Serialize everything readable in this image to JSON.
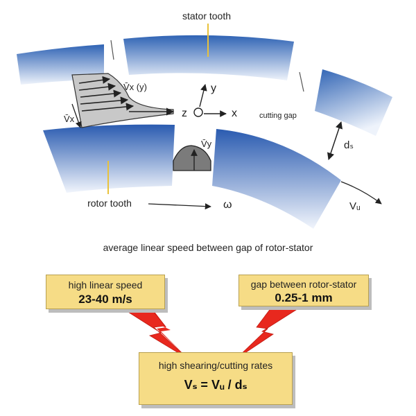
{
  "diagram": {
    "labels": {
      "stator_tooth": "stator tooth",
      "rotor_tooth": "rotor tooth",
      "cutting_gap": "cutting gap",
      "velocity_profile": "V̄x (y)",
      "vx": "V̄x",
      "vy": "V̄y",
      "axis_y": "y",
      "axis_x": "x",
      "axis_z": "z",
      "omega": "ω",
      "gap_width": "dₛ",
      "tip_speed": "Vᵤ"
    },
    "colors": {
      "blade_dark": "#2f63b4",
      "blade_light": "#eef3fb",
      "box_fill": "#f6dc86",
      "bolt": "#e8281e"
    }
  },
  "caption": "average linear speed between gap of rotor-stator",
  "boxes": {
    "speed": {
      "title": "high linear speed",
      "value": "23-40 m/s"
    },
    "gap": {
      "title": "gap between rotor-stator",
      "value": "0.25-1 mm"
    },
    "result": {
      "title": "high shearing/cutting rates",
      "formula": "Vₛ = Vᵤ / dₛ"
    }
  }
}
